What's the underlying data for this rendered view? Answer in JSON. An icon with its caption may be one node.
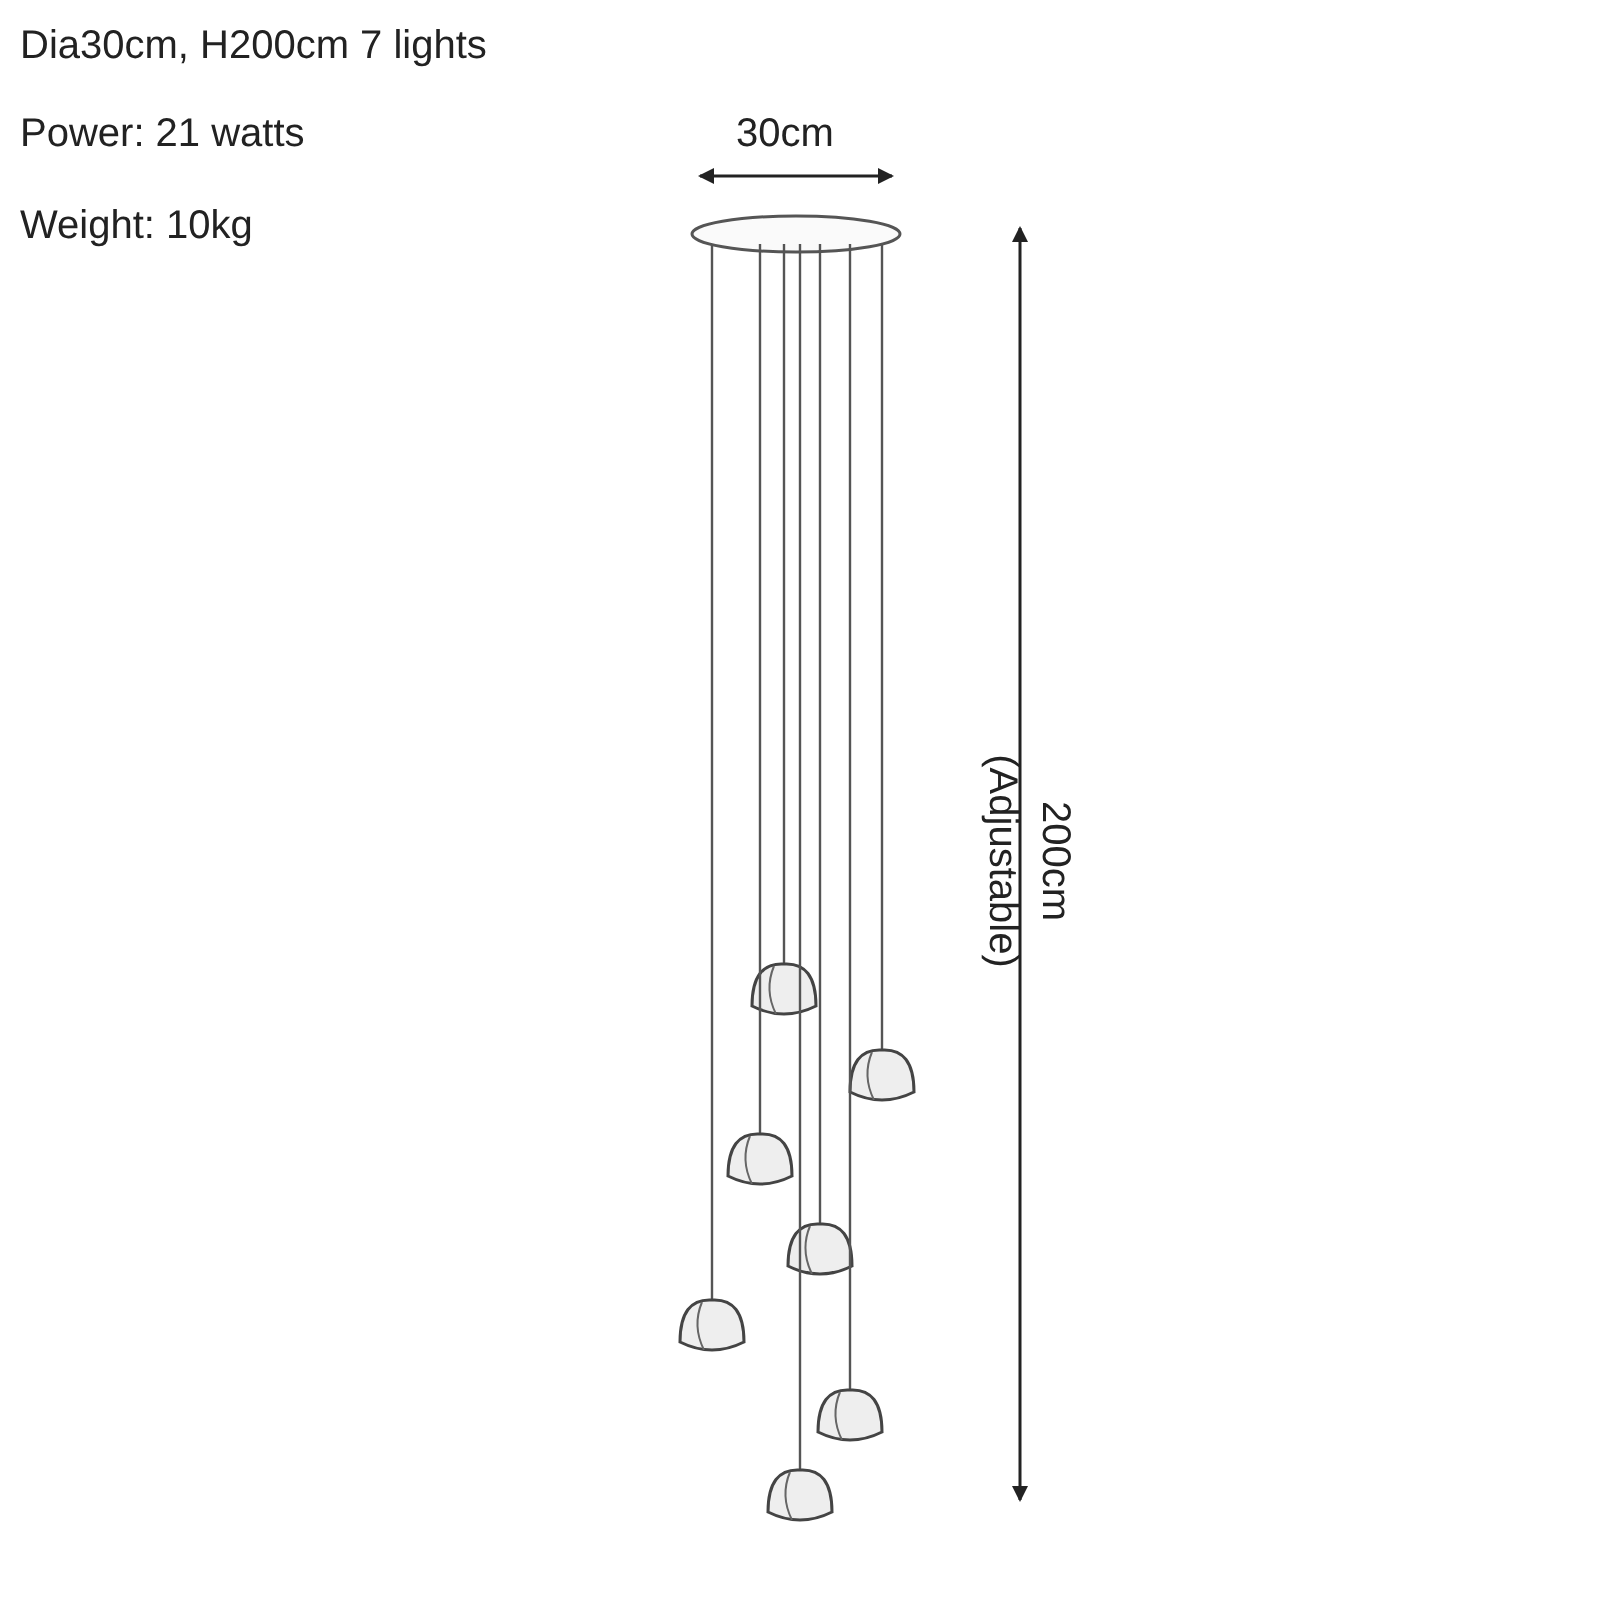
{
  "diagram": {
    "labels": [
      "Dia30cm, H200cm 7 lights",
      "Power: 21 watts",
      "Weight: 10kg",
      "30cm",
      "200cm",
      "(Adjustable)"
    ]
  }
}
